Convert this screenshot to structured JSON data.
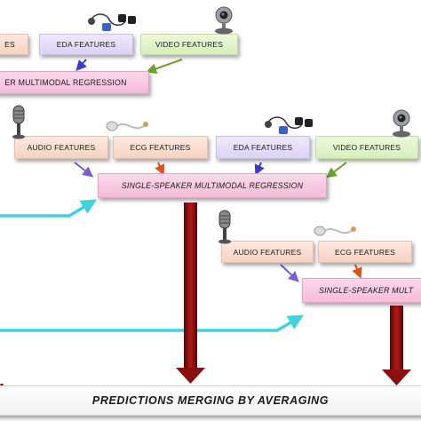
{
  "row1": {
    "left_partial": "ES",
    "eda": "EDA FEATURES",
    "video": "VIDEO FEATURES",
    "regression": "ER MULTIMODAL REGRESSION"
  },
  "row2": {
    "audio": "AUDIO FEATURES",
    "ecg": "ECG FEATURES",
    "eda": "EDA FEATURES",
    "video": "VIDEO FEATURES",
    "regression": "SINGLE-SPEAKER MULTIMODAL REGRESSION"
  },
  "row3": {
    "audio": "AUDIO FEATURES",
    "ecg": "ECG FEATURES",
    "regression": "SINGLE-SPEAKER MULT"
  },
  "merge": "PREDICTIONS MERGING BY AVERAGING",
  "icons": [
    "microphone-icon",
    "ecg-sensor-icon",
    "eda-sensor-icon",
    "webcam-icon"
  ],
  "colors": {
    "peach": "#f6d2c2",
    "lavender": "#dcd2f3",
    "green": "#d8eebd",
    "pink": "#f3bcd8",
    "cyan_arrow": "#3fd3df",
    "red_arrow": "#8b0f0f",
    "blue_arrow": "#3b3bd0",
    "orange_arrow": "#e0501c",
    "green_arrow": "#6aa32a",
    "purple_arrow": "#7a5cd6"
  }
}
